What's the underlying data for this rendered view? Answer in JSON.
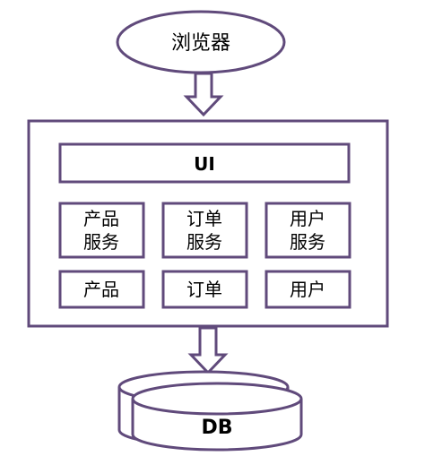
{
  "browser": {
    "label": "浏览器"
  },
  "app": {
    "ui_label": "UI",
    "services": [
      {
        "line1": "产品",
        "line2": "服务"
      },
      {
        "line1": "订单",
        "line2": "服务"
      },
      {
        "line1": "用户",
        "line2": "服务"
      }
    ],
    "modules": [
      "产品",
      "订单",
      "用户"
    ]
  },
  "database": {
    "label": "DB"
  },
  "colors": {
    "stroke": "#604a7b",
    "fill": "#ffffff"
  }
}
